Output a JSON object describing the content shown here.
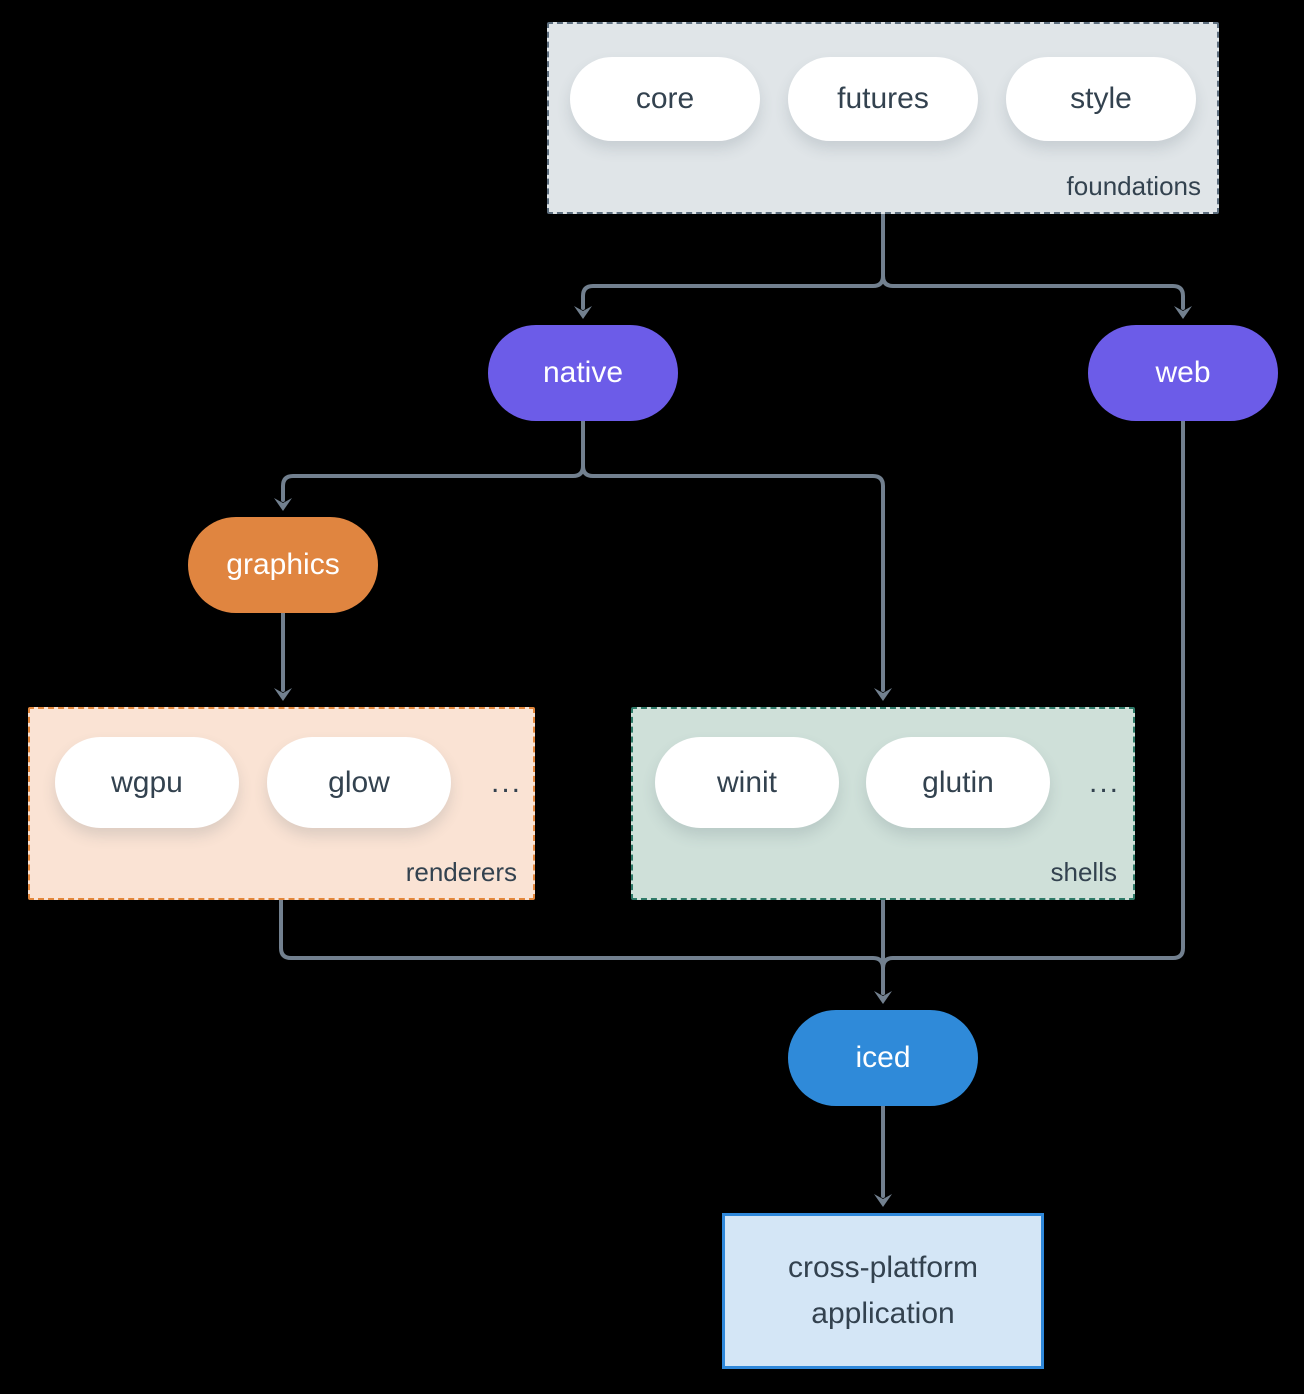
{
  "diagram": {
    "groups": {
      "foundations": {
        "label": "foundations",
        "items": [
          "core",
          "futures",
          "style"
        ]
      },
      "renderers": {
        "label": "renderers",
        "items": [
          "wgpu",
          "glow"
        ],
        "ellipsis": "..."
      },
      "shells": {
        "label": "shells",
        "items": [
          "winit",
          "glutin"
        ],
        "ellipsis": "..."
      }
    },
    "nodes": {
      "native": {
        "label": "native"
      },
      "web": {
        "label": "web"
      },
      "graphics": {
        "label": "graphics"
      },
      "iced": {
        "label": "iced"
      },
      "application": {
        "label": "cross-platform application"
      }
    },
    "colors": {
      "purple": "#6c5ce8",
      "orange": "#e08540",
      "blue": "#2f8ad9",
      "connector": "#72808f",
      "ink": "#33424f",
      "pill_bg": "#ffffff",
      "foundations_bg": "#e0e5e8",
      "foundations_border": "#5d6e7e",
      "renderers_bg": "#fae3d4",
      "renderers_border": "#e2873c",
      "shells_bg": "#cfe0d9",
      "shells_border": "#2f7a68",
      "app_bg": "#d4e6f6",
      "app_border": "#2f88da"
    }
  }
}
